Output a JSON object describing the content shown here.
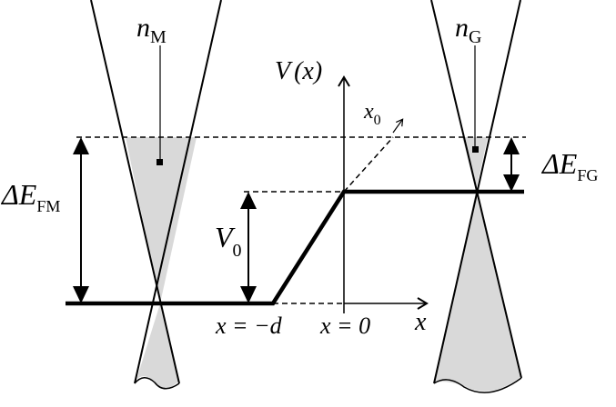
{
  "labels": {
    "n_m": {
      "base": "n",
      "sub": "M"
    },
    "n_g": {
      "base": "n",
      "sub": "G"
    },
    "v_axis": {
      "base": "V",
      "paren": "(x)"
    },
    "x0": {
      "base": "x",
      "sub": "0"
    },
    "delta_fm": {
      "base": "ΔE",
      "sub": "FM"
    },
    "delta_fg": {
      "base": "ΔE",
      "sub": "FG"
    },
    "v0": {
      "base": "V",
      "sub": "0"
    },
    "x_minus_d": "x = −d",
    "x_zero": "x = 0",
    "x_axis": "x"
  },
  "colors": {
    "line": "#000000",
    "fill": "#d9d9d9"
  }
}
